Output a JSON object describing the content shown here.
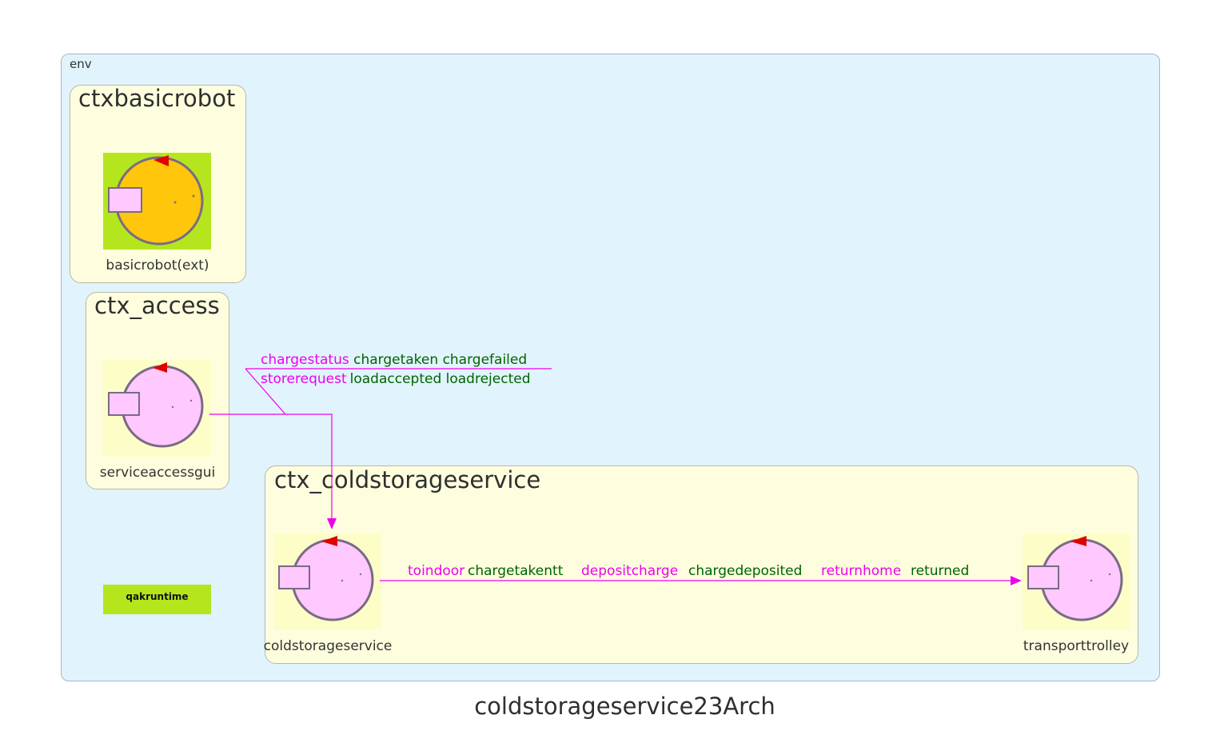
{
  "env_label": "env",
  "diagram_title": "coldstorageservice23Arch",
  "contexts": {
    "basicrobot": {
      "name": "ctxbasicrobot",
      "actor": "basicrobot(ext)"
    },
    "access": {
      "name": "ctx_access",
      "actor": "serviceaccessgui"
    },
    "coldstorage": {
      "name": "ctx_coldstorageservice",
      "actor1": "coldstorageservice",
      "actor2": "transporttrolley"
    }
  },
  "runtime_label": "qakruntime",
  "edges": {
    "gui_to_service": {
      "line1": [
        {
          "text": "chargestatus",
          "kind": "request"
        },
        {
          "text": "chargetaken chargefailed",
          "kind": "reply"
        }
      ],
      "line2": [
        {
          "text": "storerequest",
          "kind": "request"
        },
        {
          "text": "loadaccepted loadrejected",
          "kind": "reply"
        }
      ]
    },
    "service_to_trolley": [
      {
        "text": "toindoor",
        "kind": "request"
      },
      {
        "text": "chargetakentt",
        "kind": "reply"
      },
      {
        "text": "depositcharge",
        "kind": "request"
      },
      {
        "text": "chargedeposited",
        "kind": "reply"
      },
      {
        "text": "returnhome",
        "kind": "request"
      },
      {
        "text": "returned",
        "kind": "reply"
      }
    ]
  },
  "colors": {
    "request": "#ee00ee",
    "reply": "#006400",
    "env_bg": "#e1f3fc",
    "context_bg": "#fefedf",
    "external_bg": "#b5e61d"
  }
}
